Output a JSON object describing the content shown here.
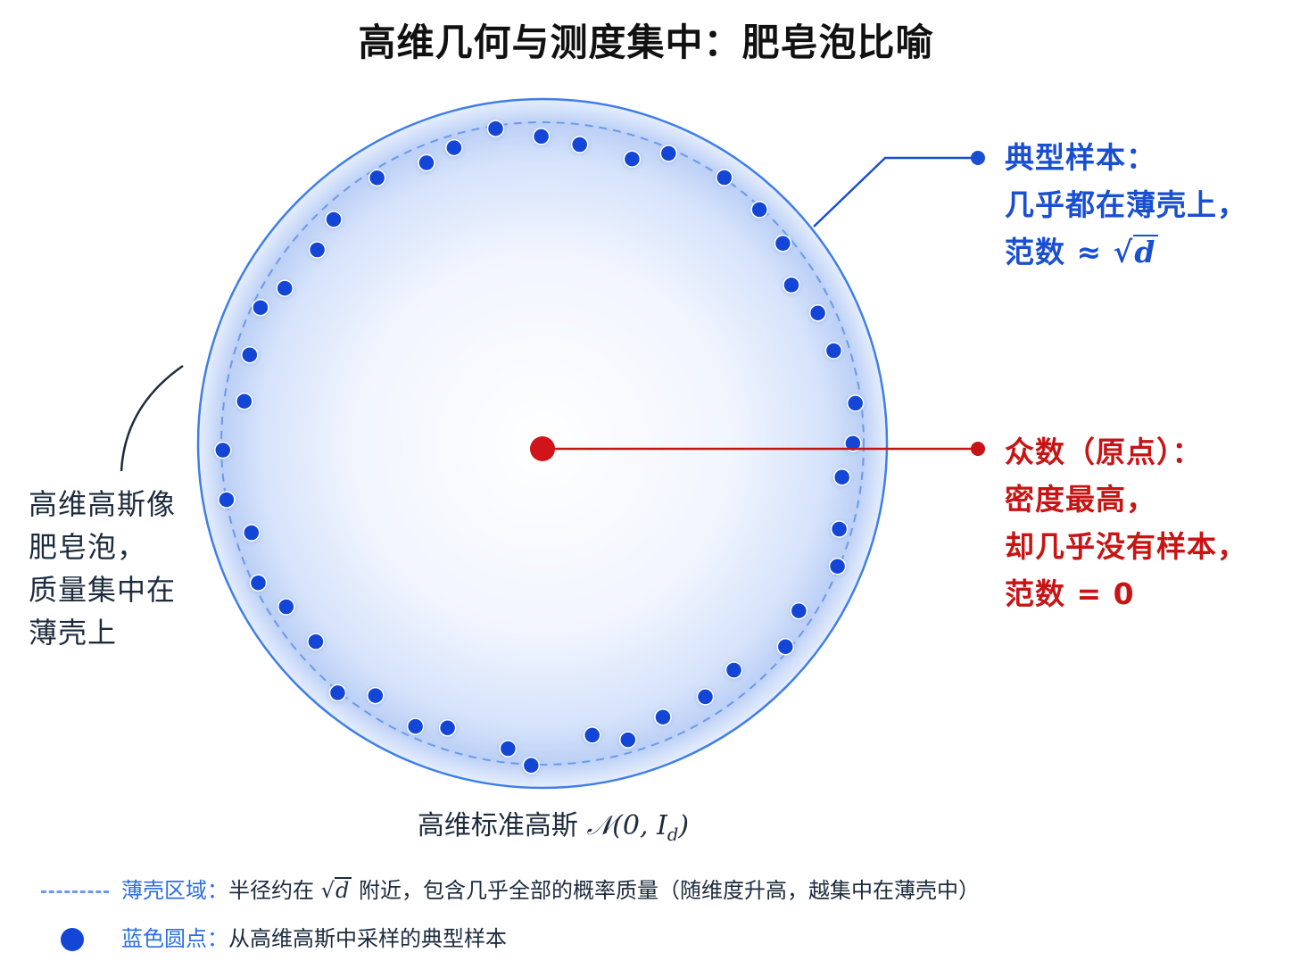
{
  "title": "高维几何与测度集中：肥皂泡比喻",
  "typical": {
    "line1": "典型样本：",
    "line2": "几乎都在薄壳上，",
    "line3_prefix": "范数 ≈ ",
    "line3_sqrt_arg": "d",
    "color": "#1a4fd1"
  },
  "mode": {
    "line1": "众数（原点）：",
    "line2": "密度最高，",
    "line3": "却几乎没有样本，",
    "line4": "范数 = 0",
    "color": "#c81414"
  },
  "left_note": {
    "line1": "高维高斯像",
    "line2": "肥皂泡，",
    "line3": "质量集中在",
    "line4": "薄壳上"
  },
  "caption": {
    "text": "高维标准高斯 ",
    "formula": "𝒩(0, I_d)"
  },
  "legend": {
    "shell_key": "薄壳区域：",
    "shell_desc_a": "半径约在 ",
    "shell_desc_sqrt_arg": "d",
    "shell_desc_b": " 附近，包含几乎全部的概率质量（随维度升高，越集中在薄壳中）",
    "dot_key": "蓝色圆点：",
    "dot_desc": "从高维高斯中采样的典型样本"
  },
  "colors": {
    "sample_dot": "#1346d6",
    "origin_dot": "#d0141a",
    "sphere_outline": "#3f7ee8",
    "shell_dash": "#6b9ae8"
  },
  "sample_count": 44
}
